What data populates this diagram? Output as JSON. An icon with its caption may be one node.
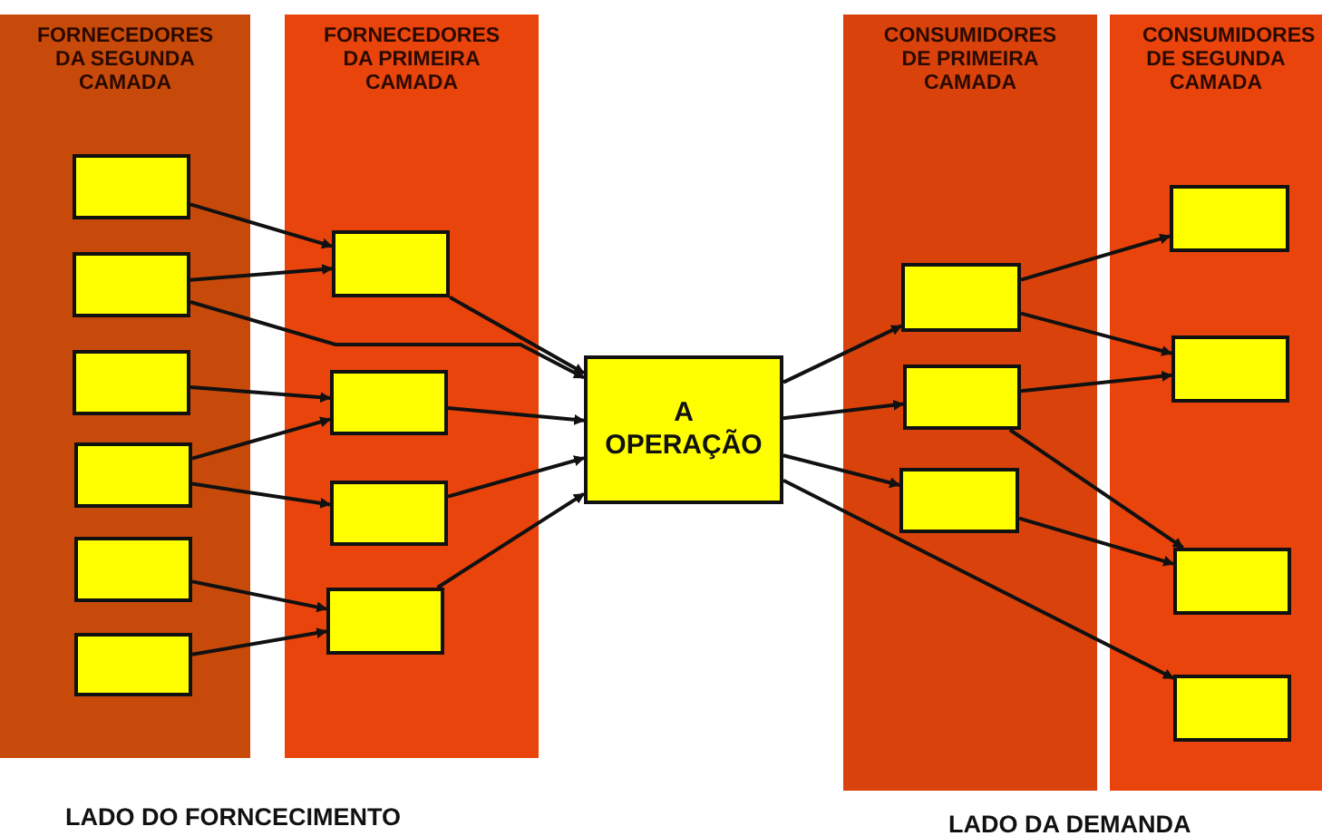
{
  "diagram": {
    "nodes": [
      {
        "text": [
          "FORNECEDORES DA SEGUNDA CAMADA"
        ]
      },
      {
        "text": [],
        "shape": "box",
        "in": 0
      },
      {
        "text": [],
        "shape": "box",
        "in": 0
      },
      {
        "text": [],
        "shape": "box",
        "in": 0
      },
      {
        "text": [],
        "shape": "box",
        "in": 0
      },
      {
        "text": [],
        "shape": "box",
        "in": 0
      },
      {
        "text": [],
        "shape": "box",
        "in": 0
      },
      {
        "text": [
          "FORNECEDORES DA PRIMEIRA CAMADA"
        ]
      },
      {
        "text": [],
        "shape": "box",
        "in": 7
      },
      {
        "text": [],
        "shape": "box",
        "in": 7
      },
      {
        "text": [],
        "shape": "box",
        "in": 7
      },
      {
        "text": [],
        "shape": "box",
        "in": 7
      },
      {
        "text": [
          "A OPERAÇÃO"
        ]
      },
      {
        "text": [
          "CONSUMIDORES DE PRIMEIRA CAMADA"
        ]
      },
      {
        "text": [],
        "shape": "box",
        "in": 13
      },
      {
        "text": [],
        "shape": "box",
        "in": 13
      },
      {
        "text": [],
        "shape": "box",
        "in": 13
      },
      {
        "text": [
          "CONSUMIDORES DE SEGUNDA CAMADA"
        ]
      },
      {
        "text": [],
        "shape": "box",
        "in": 17
      },
      {
        "text": [],
        "shape": "box",
        "in": 17
      },
      {
        "text": [],
        "shape": "box",
        "in": 17
      },
      {
        "text": [],
        "shape": "box",
        "in": 17
      }
    ],
    "edges": [
      {
        "from": 1,
        "to": 8,
        "arrow": "to"
      },
      {
        "from": 2,
        "to": 8,
        "arrow": "to"
      },
      {
        "from": 2,
        "to": 12,
        "arrow": "to"
      },
      {
        "from": 3,
        "to": 9,
        "arrow": "to"
      },
      {
        "from": 4,
        "to": 9,
        "arrow": "to"
      },
      {
        "from": 4,
        "to": 10,
        "arrow": "to"
      },
      {
        "from": 5,
        "to": 11,
        "arrow": "to"
      },
      {
        "from": 6,
        "to": 11,
        "arrow": "to"
      },
      {
        "from": 8,
        "to": 12,
        "arrow": "to"
      },
      {
        "from": 9,
        "to": 12,
        "arrow": "to"
      },
      {
        "from": 10,
        "to": 12,
        "arrow": "to"
      },
      {
        "from": 11,
        "to": 12,
        "arrow": "to"
      },
      {
        "from": 12,
        "to": 14,
        "arrow": "to"
      },
      {
        "from": 12,
        "to": 15,
        "arrow": "to"
      },
      {
        "from": 12,
        "to": 16,
        "arrow": "to"
      },
      {
        "from": 12,
        "to": 21,
        "arrow": "to"
      },
      {
        "from": 14,
        "to": 18,
        "arrow": "to"
      },
      {
        "from": 14,
        "to": 19,
        "arrow": "to"
      },
      {
        "from": 15,
        "to": 19,
        "arrow": "to"
      },
      {
        "from": 15,
        "to": 20,
        "arrow": "to"
      },
      {
        "from": 16,
        "to": 20,
        "arrow": "to"
      }
    ],
    "labels": [
      "LADO DO FORNCECIMENTO",
      "LADO DA DEMANDA"
    ]
  }
}
